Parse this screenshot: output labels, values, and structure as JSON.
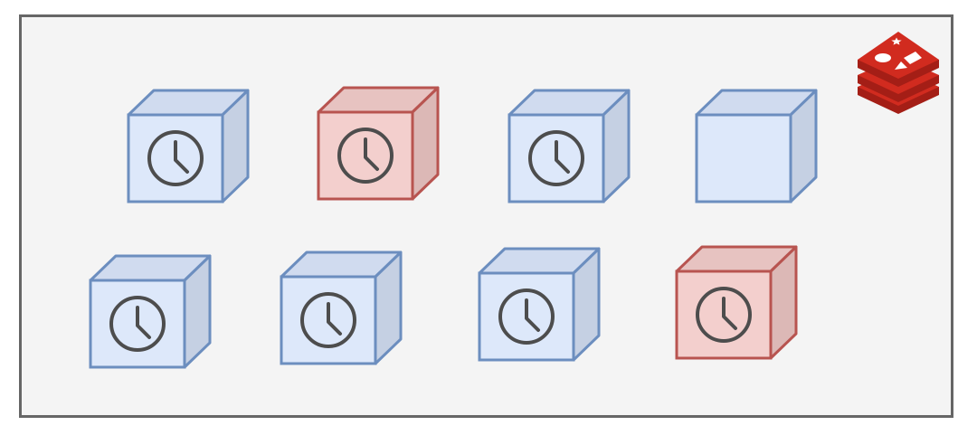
{
  "diagram": {
    "frame": {
      "background": "#f4f4f4",
      "border": "#666666"
    },
    "colors": {
      "normal": {
        "front": "#dde8fa",
        "top": "#d0dbef",
        "side": "#c5d0e3",
        "stroke": "#6c8ebf"
      },
      "expired": {
        "front": "#f3cfcd",
        "top": "#e7c3c1",
        "side": "#dcb8b6",
        "stroke": "#b85450"
      },
      "clock": "#4d4d4d"
    },
    "logo": {
      "name": "redis-logo-icon",
      "colors": [
        "#d12b1f",
        "#a41e16",
        "#ffffff"
      ]
    },
    "cubes": [
      {
        "name": "key-cube-1",
        "state": "normal",
        "clock": true
      },
      {
        "name": "key-cube-2",
        "state": "expired",
        "clock": true
      },
      {
        "name": "key-cube-3",
        "state": "normal",
        "clock": true
      },
      {
        "name": "key-cube-4",
        "state": "normal",
        "clock": false
      },
      {
        "name": "key-cube-5",
        "state": "normal",
        "clock": true
      },
      {
        "name": "key-cube-6",
        "state": "normal",
        "clock": true
      },
      {
        "name": "key-cube-7",
        "state": "normal",
        "clock": true
      },
      {
        "name": "key-cube-8",
        "state": "expired",
        "clock": true
      }
    ]
  }
}
